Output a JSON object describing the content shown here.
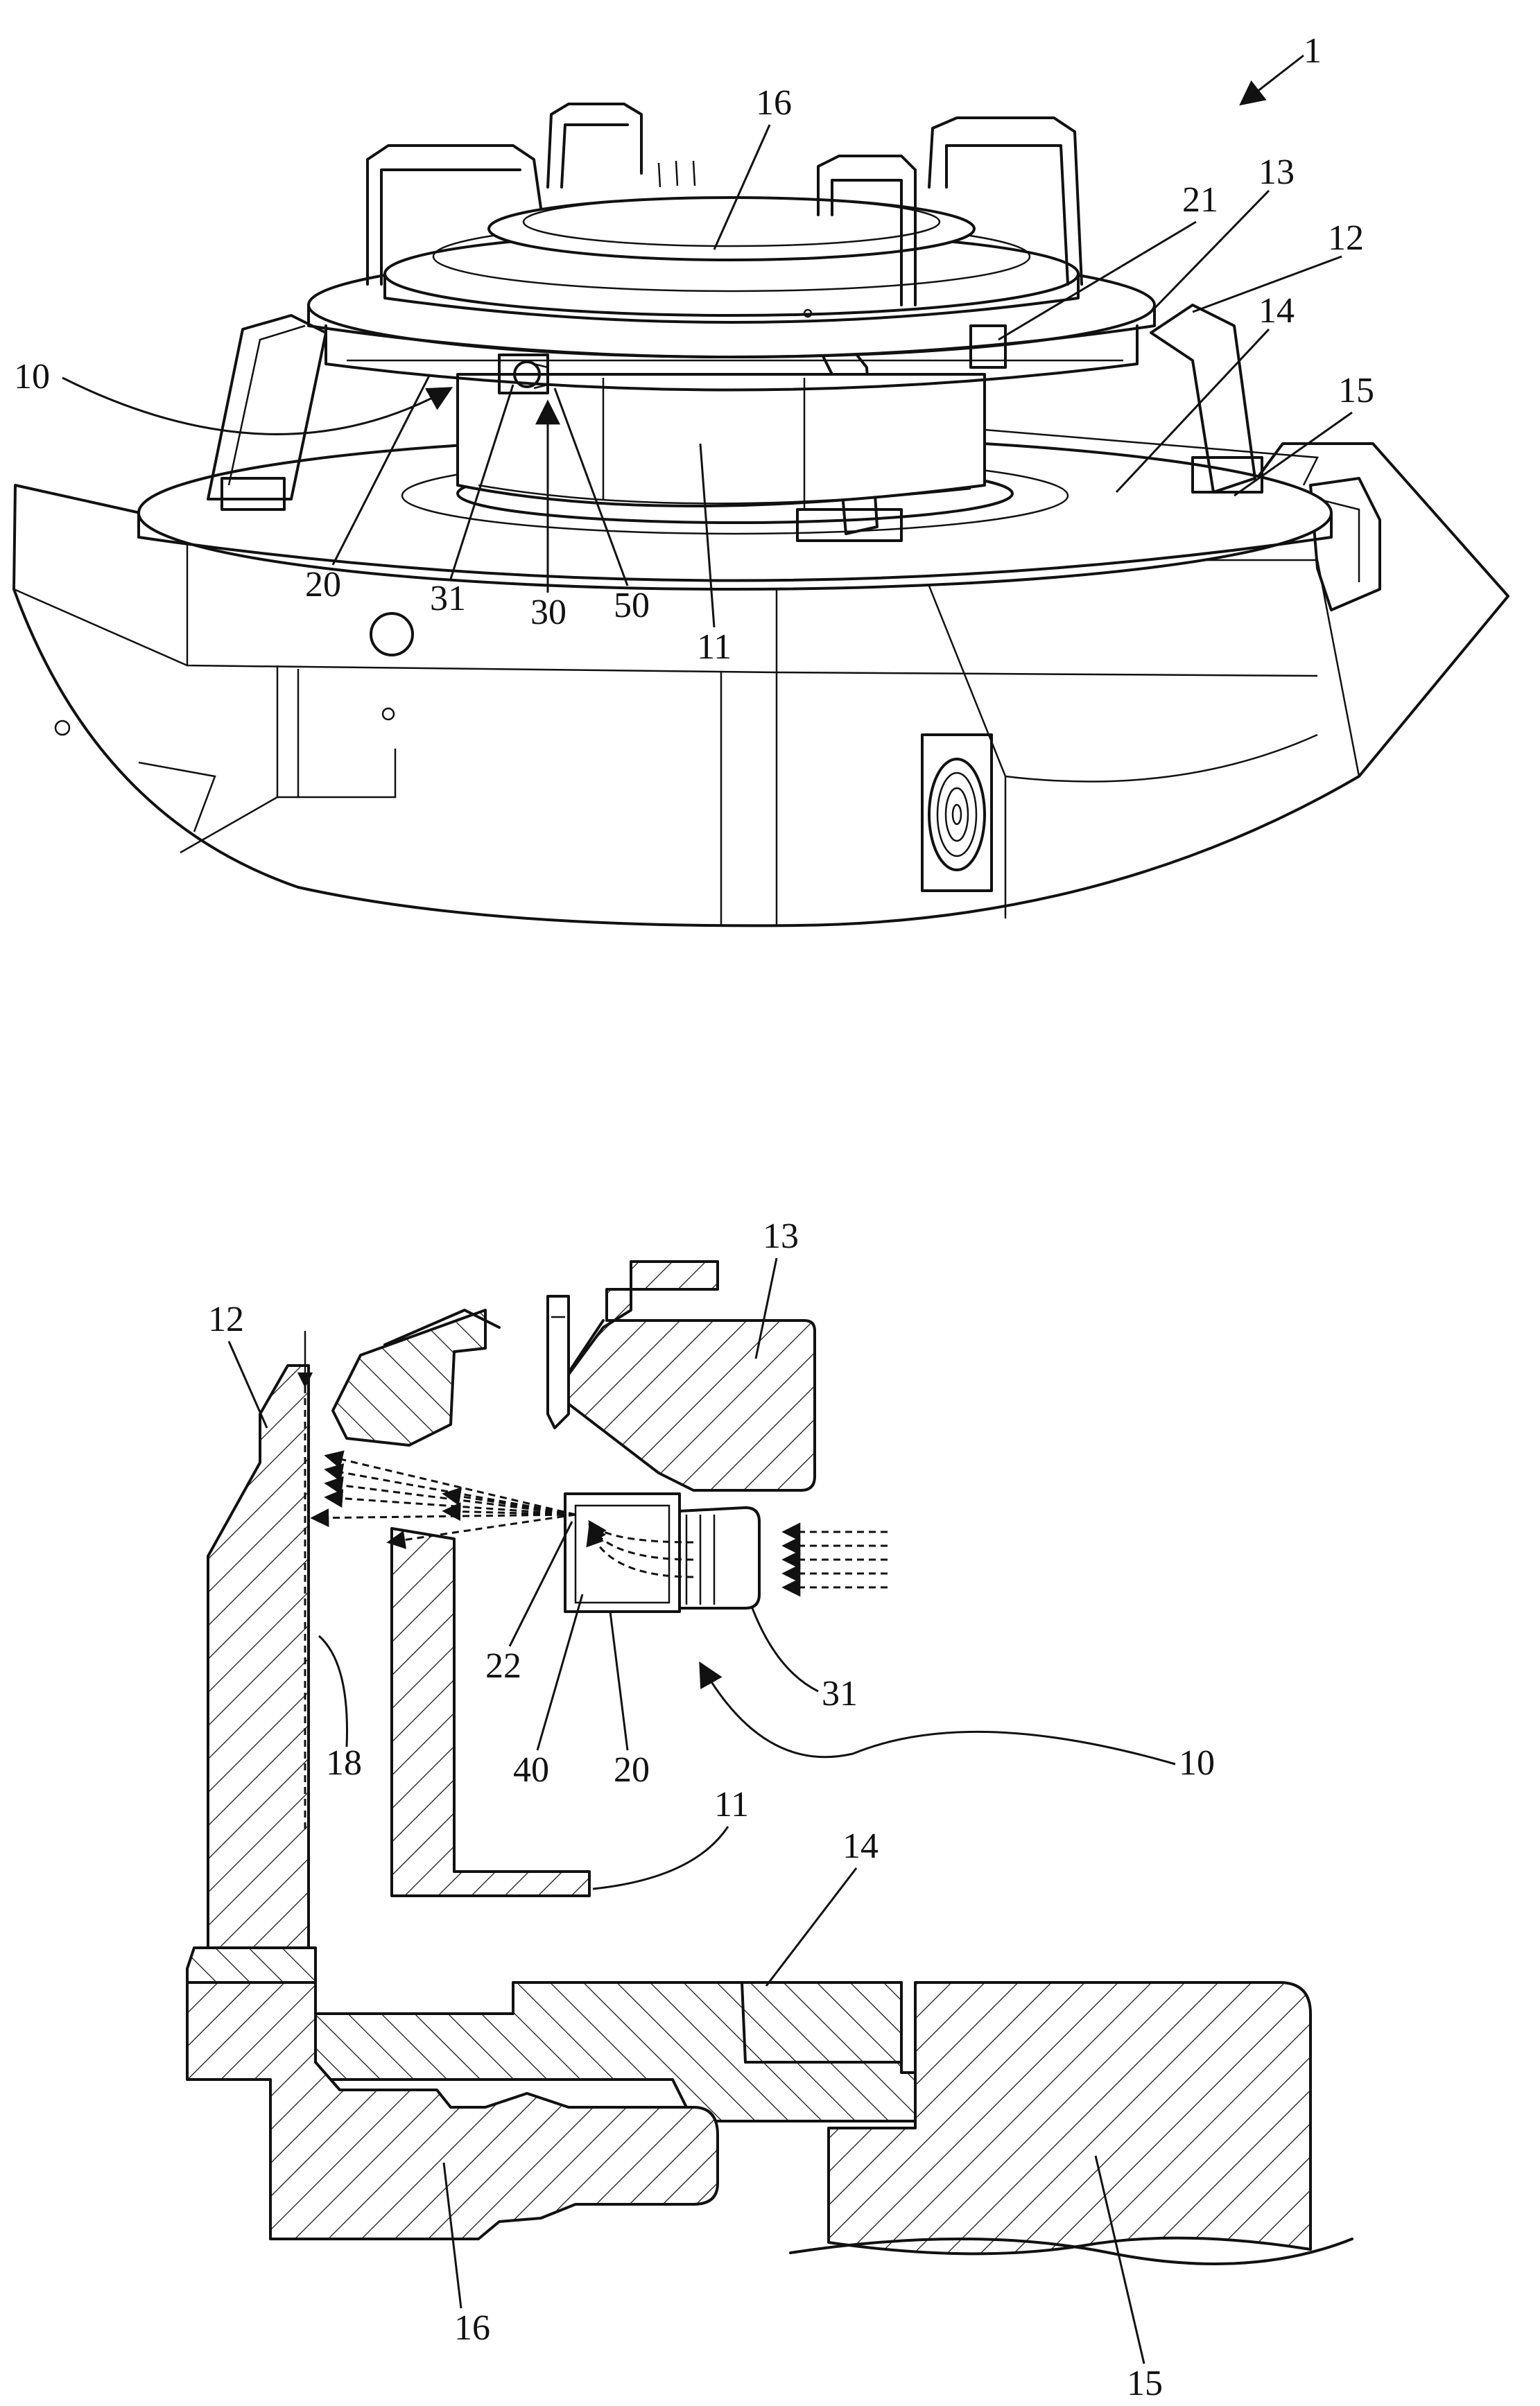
{
  "figure_top": {
    "labels": {
      "l1": "1",
      "l16": "16",
      "l13": "13",
      "l21": "21",
      "l12": "12",
      "l14": "14",
      "l10": "10",
      "l15": "15",
      "l20": "20",
      "l31": "31",
      "l30": "30",
      "l50": "50",
      "l11": "11"
    }
  },
  "figure_bottom": {
    "labels": {
      "l13": "13",
      "l12": "12",
      "l22": "22",
      "l31": "31",
      "l18": "18",
      "l40": "40",
      "l20": "20",
      "l10": "10",
      "l11": "11",
      "l14": "14",
      "l16": "16",
      "l15": "15"
    }
  }
}
